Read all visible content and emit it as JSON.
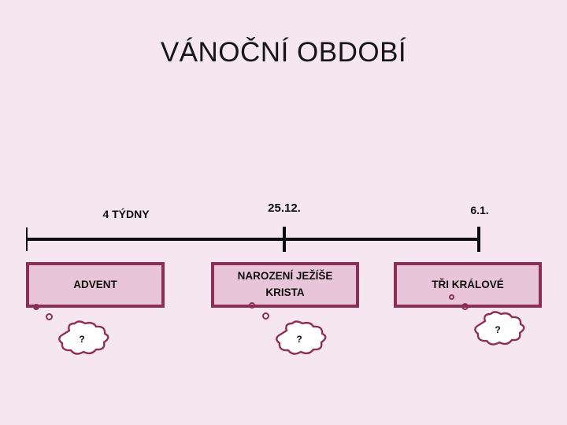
{
  "slide": {
    "title": "VÁNOČNÍ OBDOBÍ",
    "background_color": "#f5e6ef"
  },
  "timeline": {
    "line_color": "#0d0d0d",
    "labels": [
      {
        "id": "weeks",
        "text": "4 TÝDNY"
      },
      {
        "id": "dec25",
        "text": "25.12."
      },
      {
        "id": "jan6",
        "text": "6.1."
      }
    ],
    "ticks": [
      {
        "id": "start",
        "position": "left-end"
      },
      {
        "id": "mid",
        "position": "25.12."
      },
      {
        "id": "end",
        "position": "6.1."
      }
    ]
  },
  "periods": {
    "box_fill": "#e8c5d8",
    "box_border": "#8d2f54",
    "items": [
      {
        "id": "advent",
        "label": "ADVENT"
      },
      {
        "id": "nativity",
        "label": "NAROZENÍ JEŽÍŠE KRISTA"
      },
      {
        "id": "kings",
        "label": "TŘI KRÁLOVÉ"
      }
    ]
  },
  "thought_bubbles": [
    {
      "id": "advent-question",
      "text": "?"
    },
    {
      "id": "nativity-question",
      "text": "?"
    },
    {
      "id": "kings-question",
      "text": "?"
    }
  ]
}
